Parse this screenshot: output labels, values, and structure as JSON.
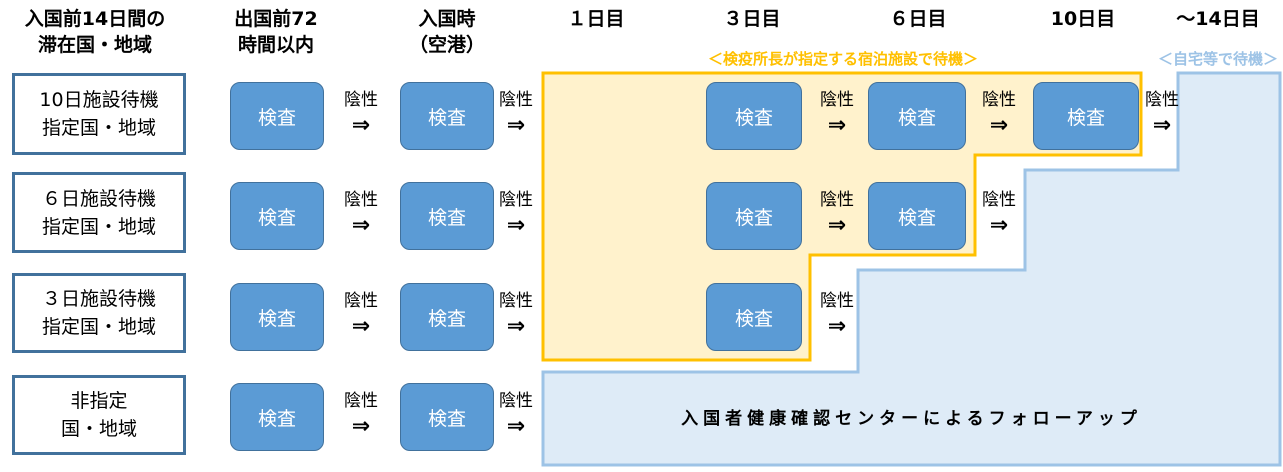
{
  "headers": {
    "residence": "入国前14日間の\n滞在国・地域",
    "pre_departure": "出国前72\n時間以内",
    "arrival": "入国時\n（空港）",
    "day1": "１日目",
    "day3": "３日目",
    "day6": "６日目",
    "day10": "10日目",
    "day14": "～14日目"
  },
  "zones": {
    "facility": "＜検疫所長が指定する宿泊施設で待機＞",
    "home": "＜自宅等で待機＞",
    "followup": "入国者健康確認センターによるフォローアップ"
  },
  "rows": [
    {
      "label": "10日施設待機\n指定国・地域"
    },
    {
      "label": "６日施設待機\n指定国・地域"
    },
    {
      "label": "３日施設待機\n指定国・地域"
    },
    {
      "label": "非指定\n国・地域"
    }
  ],
  "test_label": "検査",
  "negative_label": "陰性",
  "arrow": "⇒",
  "colors": {
    "test_fill": "#5b9bd5",
    "facility_border": "#ffc000",
    "facility_fill": "#fff2cc",
    "home_border": "#9dc3e6",
    "home_fill": "#deebf7",
    "row_border": "#41719c"
  }
}
